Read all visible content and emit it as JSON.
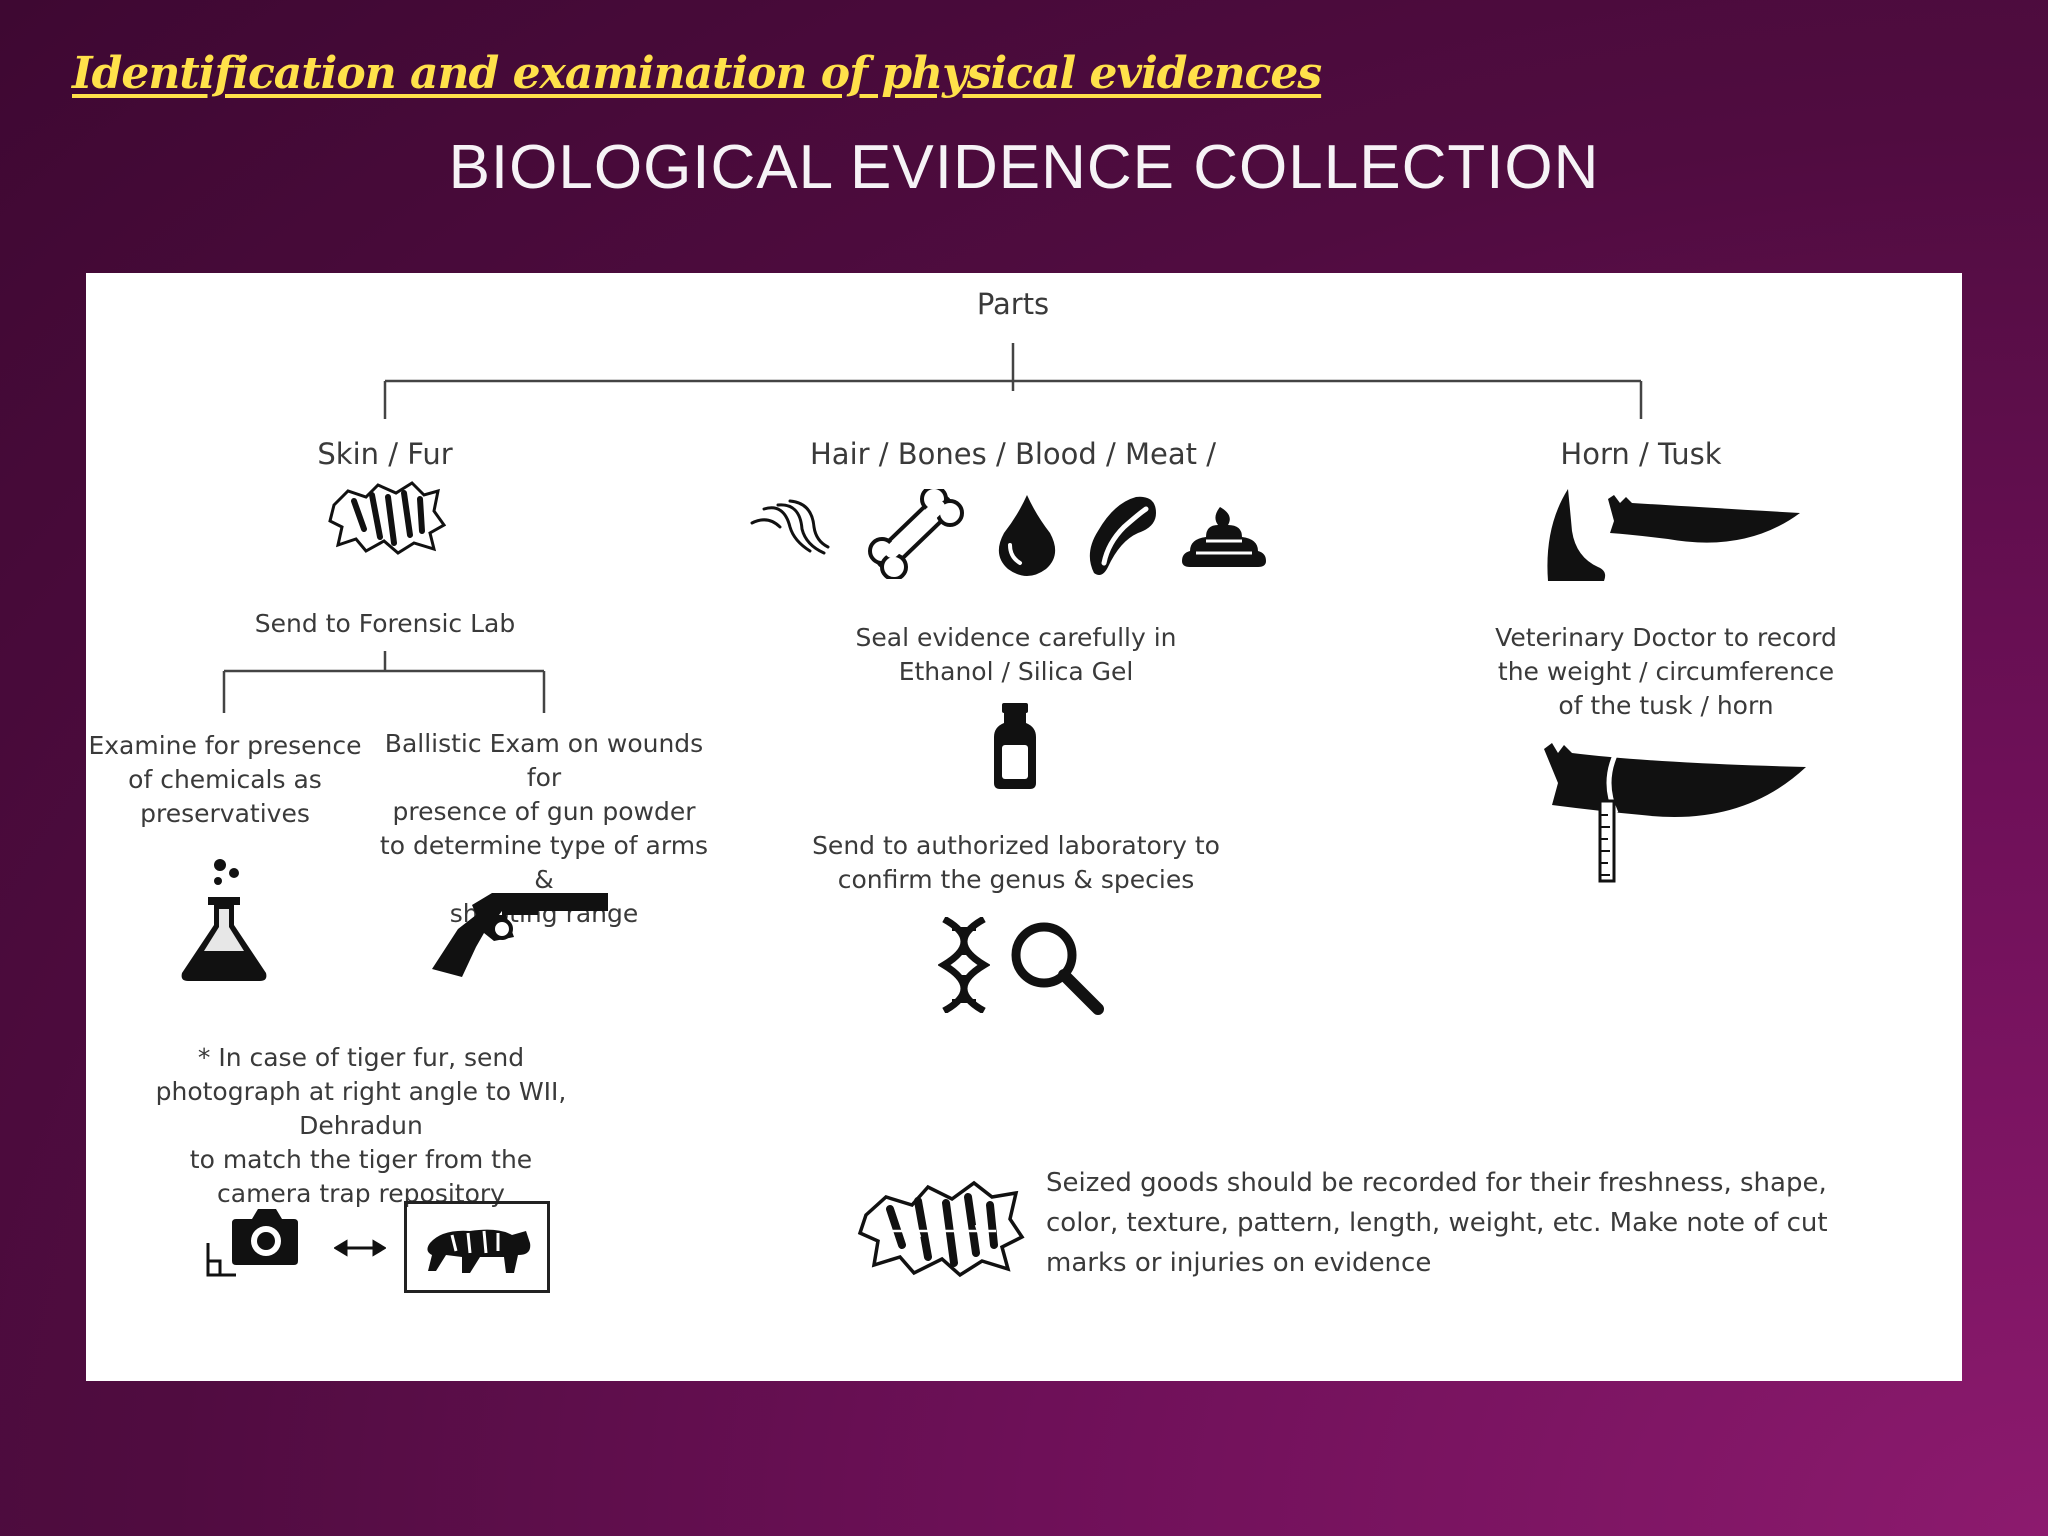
{
  "slide": {
    "heading": "Identification and examination of physical evidences",
    "title": "BIOLOGICAL EVIDENCE COLLECTION"
  },
  "diagram": {
    "root": "Parts",
    "branches": {
      "skin": {
        "label": "Skin / Fur",
        "step": "Send to Forensic Lab",
        "chemicals": "Examine for presence\nof chemicals as\npreservatives",
        "ballistic": "Ballistic Exam on wounds for\npresence of gun powder\nto determine type of arms &\nshooting range",
        "tiger_note": "* In case of tiger fur, send\nphotograph at right angle to WII, Dehradun\nto match the tiger from the\ncamera trap repository"
      },
      "hair": {
        "label": "Hair / Bones / Blood / Meat /",
        "seal": "Seal evidence carefully in\nEthanol / Silica Gel",
        "send": "Send to authorized laboratory to\nconfirm the genus & species"
      },
      "horn": {
        "label": "Horn / Tusk",
        "record": "Veterinary Doctor to record\nthe weight / circumference\nof the tusk / horn"
      }
    },
    "seized_note": "Seized goods should be recorded for their freshness, shape,\ncolor, texture, pattern, length, weight, etc. Make note of cut\nmarks or injuries on evidence"
  },
  "colors": {
    "heading": "#ffe14a",
    "title": "#f6f3f6",
    "icon": "#111111",
    "line": "#444444"
  }
}
